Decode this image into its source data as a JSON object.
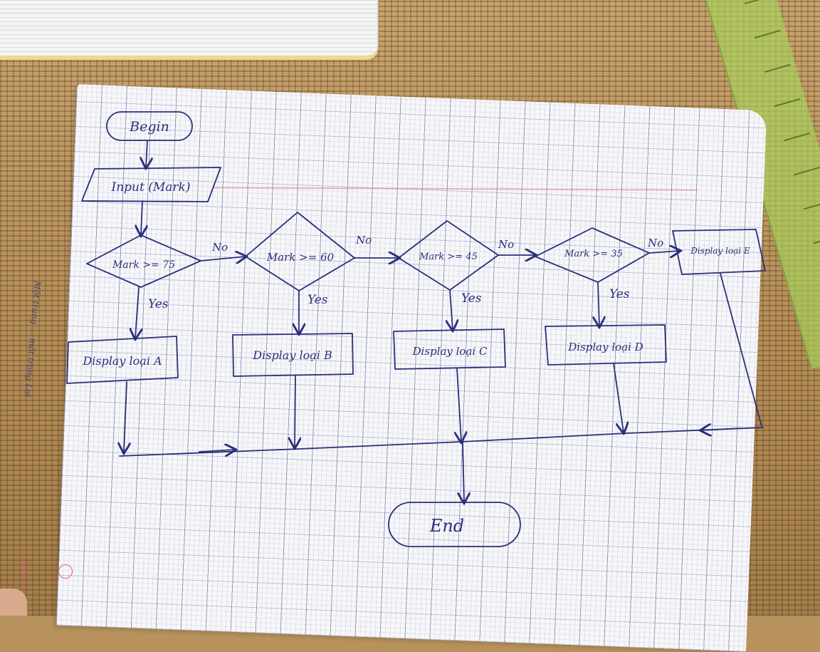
{
  "flowchart": {
    "start": "Begin",
    "input": "Input (Mark)",
    "decisions": [
      {
        "condition": "Mark >= 75",
        "yes_label": "Yes",
        "no_label": "No",
        "yes_output": "Display loại A"
      },
      {
        "condition": "Mark >= 60",
        "yes_label": "Yes",
        "no_label": "No",
        "yes_output": "Display loại B"
      },
      {
        "condition": "Mark >= 45",
        "yes_label": "Yes",
        "no_label": "No",
        "yes_output": "Display loại C"
      },
      {
        "condition": "Mark >= 35",
        "yes_label": "Yes",
        "no_label": "No",
        "yes_output": "Display loại D"
      }
    ],
    "else_output": "Display loại E",
    "end": "End"
  },
  "paper": {
    "side_note": "Một trang ... một trang Lai",
    "brand": "TIMOON"
  },
  "colors": {
    "ink": "#2a2f7a",
    "desk": "#b8925c",
    "paper": "#f7f7f9",
    "ruler": "#a8d65c"
  }
}
